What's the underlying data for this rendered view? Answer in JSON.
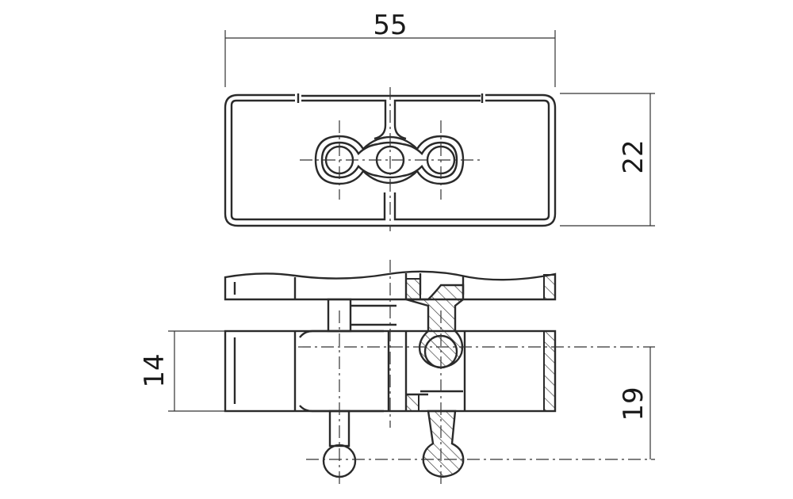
{
  "drawing": {
    "dimensions": {
      "width_top": "55",
      "height_top": "22",
      "height_front": "14",
      "height_front_right": "19"
    },
    "colors": {
      "line": "#2a2a2a",
      "background": "#ffffff"
    }
  }
}
